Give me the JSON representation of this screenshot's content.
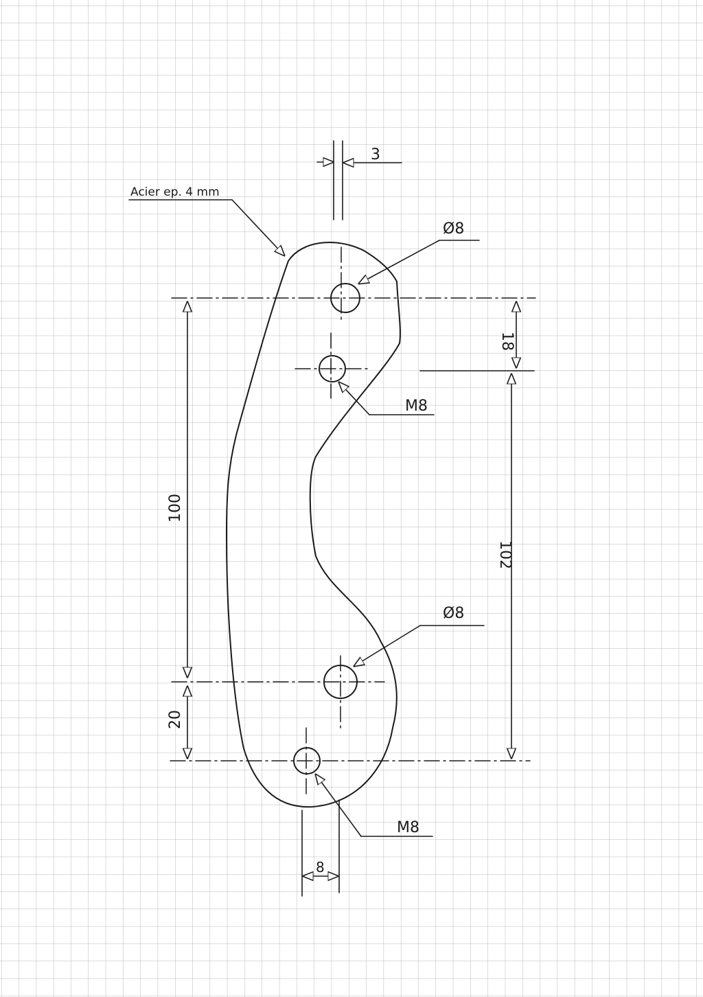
{
  "drawing": {
    "material_note": "Acier ep. 4 mm",
    "dim_offset_top": "3",
    "dim_offset_bottom": "8",
    "dim_vertical_left_main": "100",
    "dim_vertical_left_bottom": "20",
    "dim_vertical_right_top": "18",
    "dim_vertical_right_main": "102",
    "hole_top_label": "Ø8",
    "hole_upper_thread_label": "M8",
    "hole_lower_label": "Ø8",
    "hole_bottom_thread_label": "M8"
  },
  "colors": {
    "paper": "#ffffff",
    "grid": "#b9b9b9",
    "ink": "#1a1a1a"
  }
}
